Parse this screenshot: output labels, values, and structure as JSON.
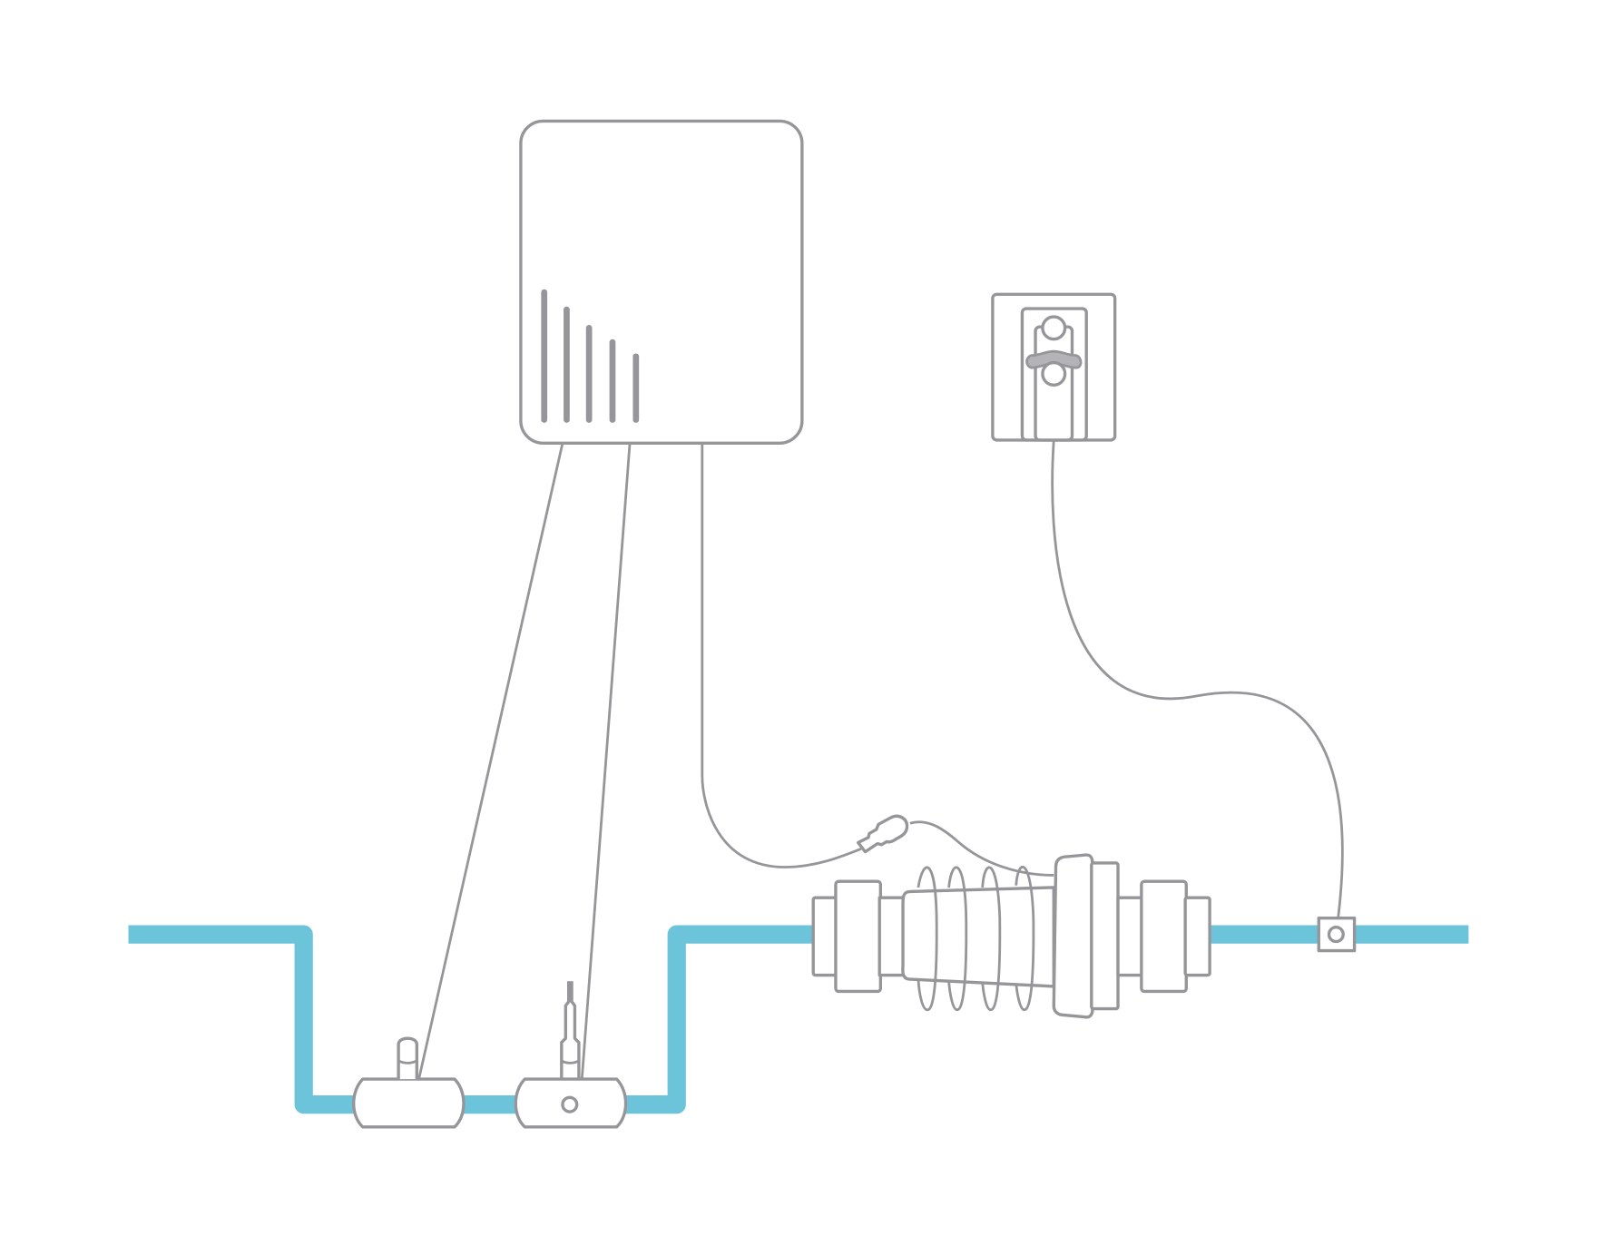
{
  "diagram": {
    "colors": {
      "pipe": "#6cc4da",
      "outline": "#96969a",
      "background": "#ffffff"
    },
    "components": [
      "controller-box",
      "wall-outlet",
      "ozone-injector-tee",
      "sensor-tee",
      "electrolytic-cell",
      "flow-switch"
    ]
  }
}
